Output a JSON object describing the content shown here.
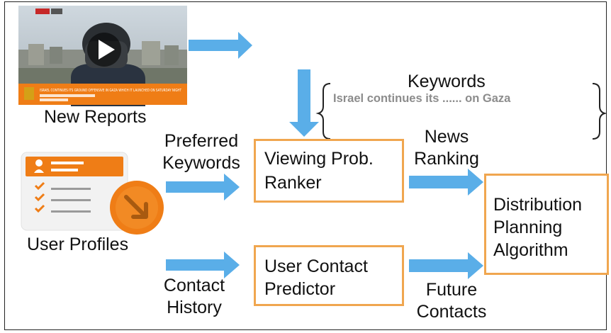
{
  "nodes": {
    "news_source": {
      "label": "New Reports",
      "thumbnail_caption": "ISRAEL CONTINUES ITS GROUND OFFENSIVE IN GAZA WHICH IT LAUNCHED ON SATURDAY NIGHT"
    },
    "keywords": {
      "title": "Keywords",
      "example": "Israel continues its ...... on Gaza"
    },
    "user_profiles": {
      "label": "User Profiles"
    },
    "ranker": {
      "line1": "Viewing Prob.",
      "line2": "Ranker"
    },
    "predictor": {
      "line1": "User Contact",
      "line2": "Predictor"
    },
    "distribution": {
      "line1": "Distribution",
      "line2": "Planning",
      "line3": "Algorithm"
    }
  },
  "edges": {
    "preferred_keywords": {
      "line1": "Preferred",
      "line2": "Keywords"
    },
    "news_ranking": {
      "line1": "News",
      "line2": "Ranking"
    },
    "contact_history": {
      "line1": "Contact",
      "line2": "History"
    },
    "future_contacts": {
      "line1": "Future",
      "line2": "Contacts"
    }
  },
  "colors": {
    "arrow": "#5aaee8",
    "box_border": "#f0a64f",
    "brace": "#222222",
    "keyword_example": "#8c8c8c",
    "profile_orange": "#ef7d16",
    "profile_card": "#f2f2f2"
  }
}
